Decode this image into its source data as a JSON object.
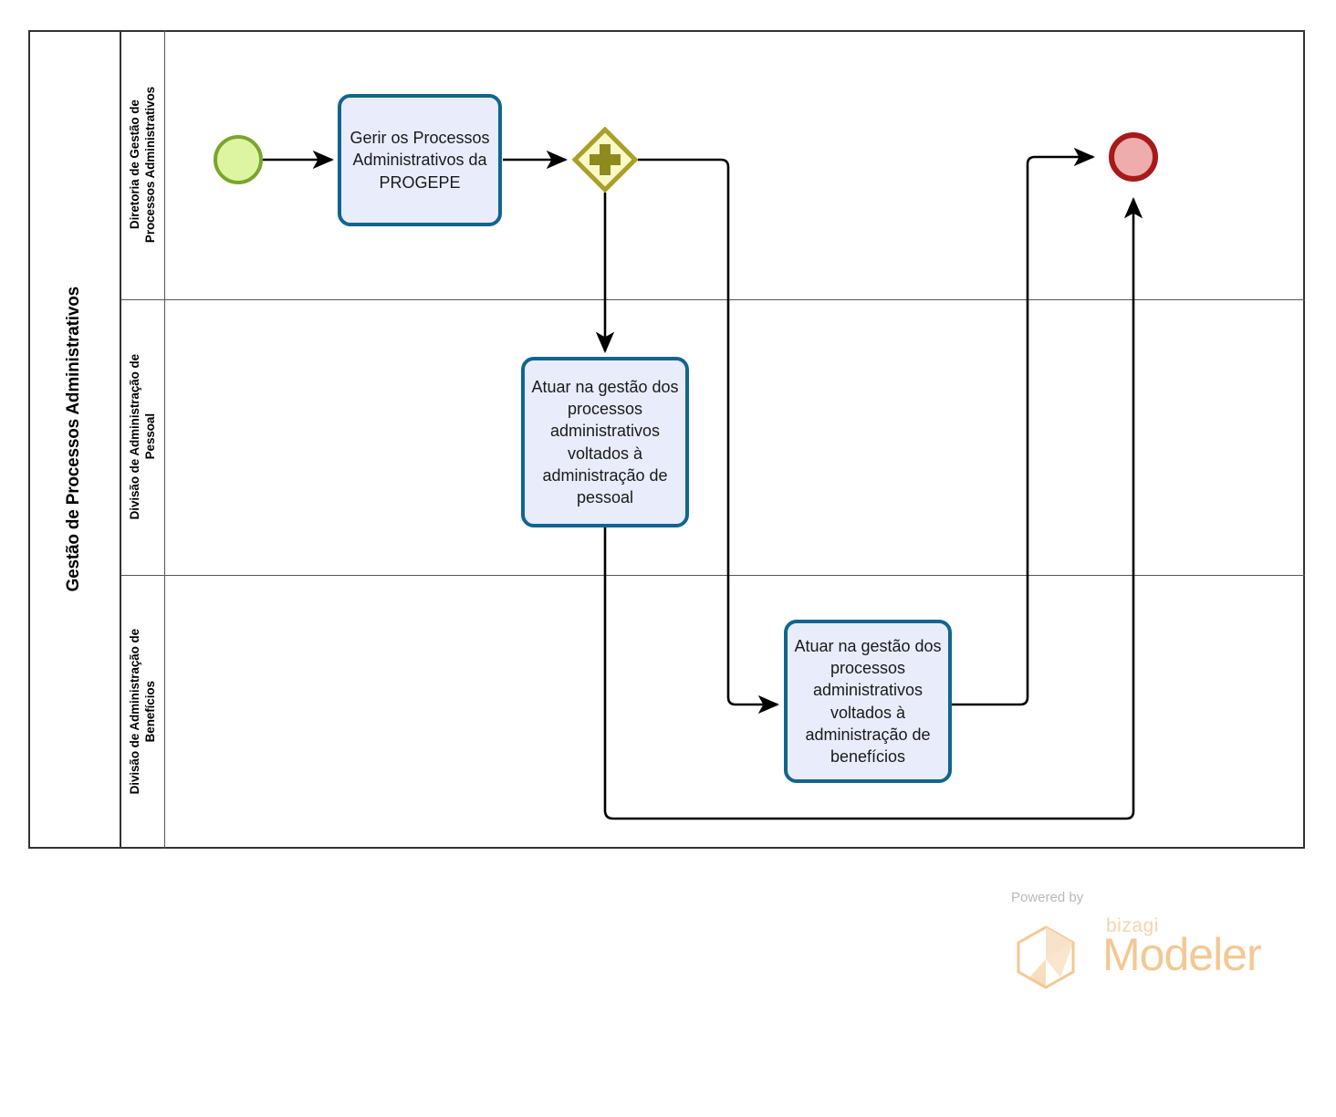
{
  "pool": {
    "title": "Gestão de Processos Administrativos"
  },
  "lanes": [
    {
      "id": "lane-diretoria",
      "label": "Diretoria de Gestão de\nProcessos Administrativos"
    },
    {
      "id": "lane-pessoal",
      "label": "Divisão de Administração de\nPessoal"
    },
    {
      "id": "lane-beneficios",
      "label": "Divisão de Administração de\nBenefícios"
    }
  ],
  "nodes": {
    "start_event": {
      "name": "start-event",
      "label": ""
    },
    "task_gerir": {
      "label": "Gerir os Processos Administrativos da PROGEPE"
    },
    "gateway_parallel": {
      "label": "",
      "symbol": "+"
    },
    "task_pessoal": {
      "label": "Atuar na gestão dos processos administrativos voltados à administração de pessoal"
    },
    "task_beneficios": {
      "label": "Atuar na gestão dos processos administrativos voltados à administração de benefícios"
    },
    "end_event": {
      "name": "end-event",
      "label": ""
    }
  },
  "footer": {
    "powered_by": "Powered by",
    "brand": "bizagi",
    "product": "Modeler"
  },
  "colors": {
    "task_fill": "#e9edfb",
    "task_border": "#11658f",
    "start_fill": "#ddf5a1",
    "start_border": "#7aa52c",
    "end_fill": "#eeacac",
    "end_border": "#a81919",
    "gateway_fill": "#fbf8c8",
    "gateway_border": "#a8a029",
    "gateway_symbol": "#8f8a1e",
    "pool_border": "#333333",
    "lane_border": "#555555",
    "connector": "#000000"
  }
}
